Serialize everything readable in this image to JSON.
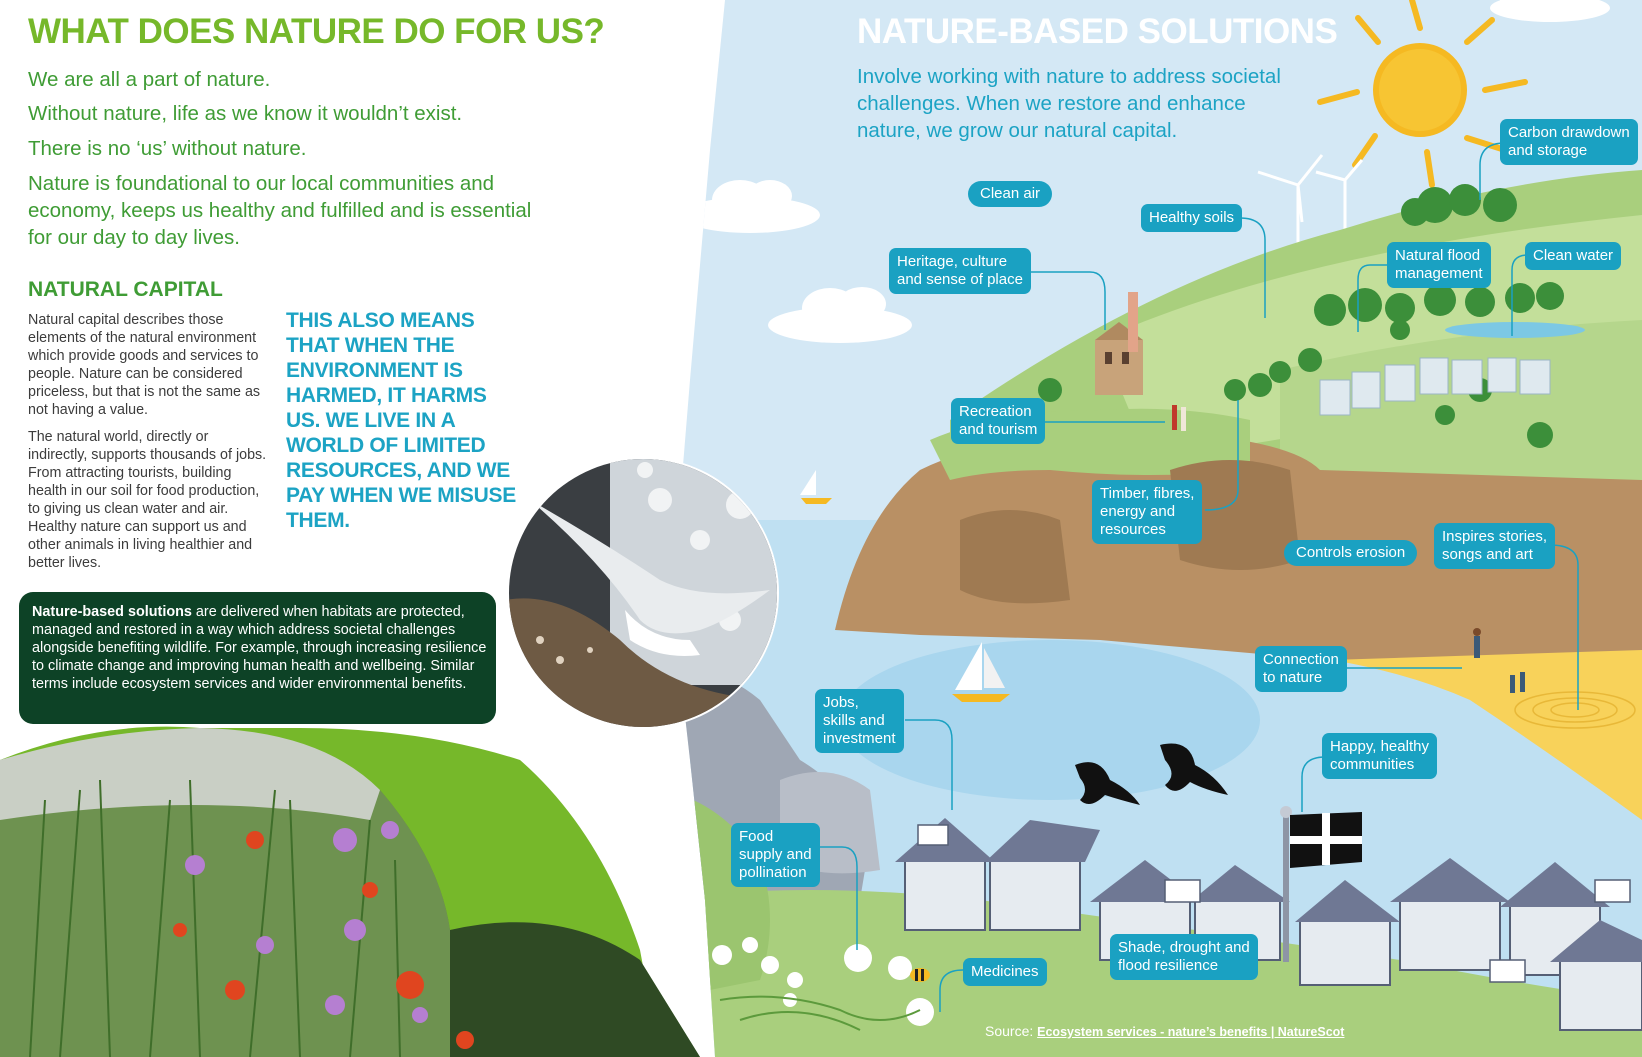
{
  "left": {
    "title": "WHAT DOES NATURE DO FOR US?",
    "intro": [
      "We are all a part of nature.",
      "Without nature, life as we know it wouldn’t exist.",
      "There is no ‘us’ without nature."
    ],
    "intro_long": "Nature is foundational to our local communities and economy, keeps us healthy and fulfilled and is essential for our day to day lives.",
    "natural_capital": {
      "heading": "NATURAL CAPITAL",
      "para1": "Natural capital describes those elements of the natural environment which provide goods and services to people. Nature can be considered priceless, but that is not the same as not having a value.",
      "para2": "The natural world, directly or indirectly, supports thousands of jobs. From attracting tourists, building health in our soil for food production, to giving us clean water and air. Healthy nature can support us and other animals in living healthier and better lives."
    },
    "callout": "THIS ALSO MEANS THAT WHEN THE ENVIRONMENT IS HARMED, IT HARMS US. WE LIVE IN A WORLD OF LIMITED RESOURCES, AND WE PAY WHEN WE MISUSE THEM.",
    "nbs_box": {
      "bold": "Nature-based solutions",
      "text": " are delivered when habitats are protected, managed and restored in a way which address societal challenges alongside benefiting wildlife. For example, through increasing resilience to climate change and improving human health and wellbeing. Similar terms include ecosystem services and wider environmental benefits."
    }
  },
  "right": {
    "title": "NATURE-BASED SOLUTIONS",
    "intro": "Involve working with nature to address societal challenges. When we restore and enhance nature, we grow our natural capital.",
    "labels": {
      "clean_air": "Clean air",
      "healthy_soils": "Healthy soils",
      "carbon": "Carbon drawdown\nand storage",
      "heritage": "Heritage, culture\nand sense of place",
      "flood": "Natural flood\nmanagement",
      "clean_water": "Clean water",
      "recreation": "Recreation\nand tourism",
      "timber": "Timber, fibres,\nenergy and\nresources",
      "erosion": "Controls erosion",
      "inspires": "Inspires stories,\nsongs and art",
      "connection": "Connection\nto nature",
      "jobs": "Jobs,\nskills and\ninvestment",
      "happy": "Happy, healthy\ncommunities",
      "food": "Food\nsupply and\npollination",
      "shade": "Shade, drought and\nflood resilience",
      "medicines": "Medicines"
    },
    "source": {
      "prefix": "Source: ",
      "link": "Ecosystem services - nature’s benefits | NatureScot"
    }
  },
  "colors": {
    "brand_green": "#76b82a",
    "dark_green": "#3f9c35",
    "teal": "#1aa1c2",
    "box_green": "#0d4226",
    "sky": "#cfe6f4"
  }
}
